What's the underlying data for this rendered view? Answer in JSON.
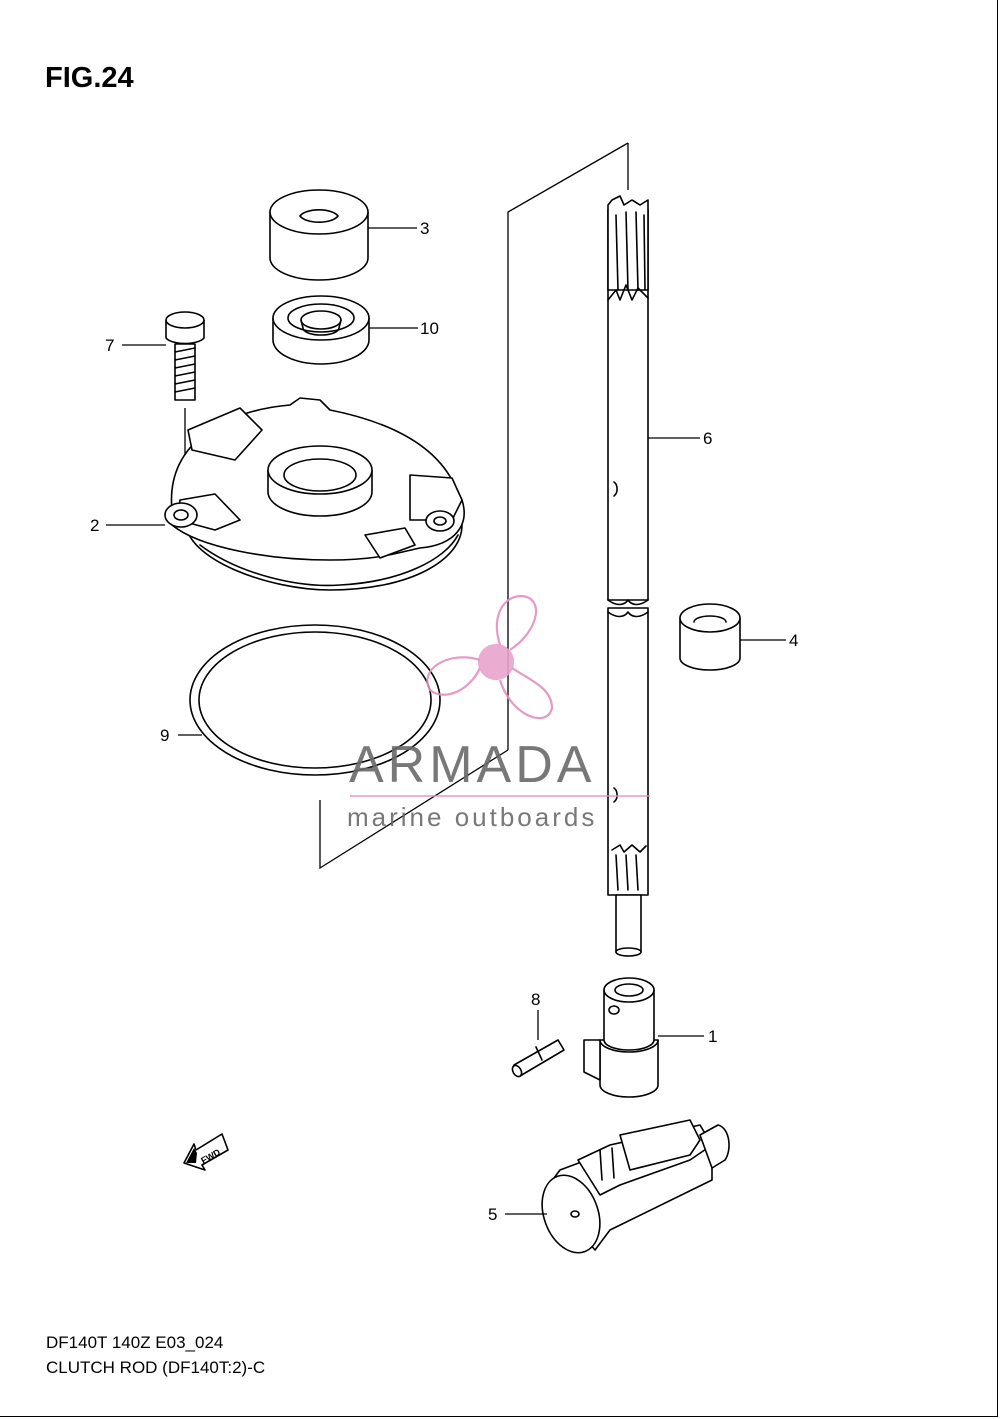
{
  "figure": {
    "title": "FIG.24"
  },
  "footer": {
    "model_code": "DF140T 140Z E03_024",
    "description": "CLUTCH ROD (DF140T:2)-C"
  },
  "callouts": [
    {
      "id": "1",
      "label": "1"
    },
    {
      "id": "2",
      "label": "2"
    },
    {
      "id": "3",
      "label": "3"
    },
    {
      "id": "4",
      "label": "4"
    },
    {
      "id": "5",
      "label": "5"
    },
    {
      "id": "6",
      "label": "6"
    },
    {
      "id": "7",
      "label": "7"
    },
    {
      "id": "8",
      "label": "8"
    },
    {
      "id": "9",
      "label": "9"
    },
    {
      "id": "10",
      "label": "10"
    }
  ],
  "direction_badge": {
    "text": "FWD",
    "icon": "fwd-arrow-icon"
  },
  "watermark": {
    "brand": "ARMADA",
    "tagline": "marine outboards",
    "icon": "propeller-icon",
    "colors": {
      "accent": "#e48fc0",
      "text": "#6a6a6a"
    }
  }
}
